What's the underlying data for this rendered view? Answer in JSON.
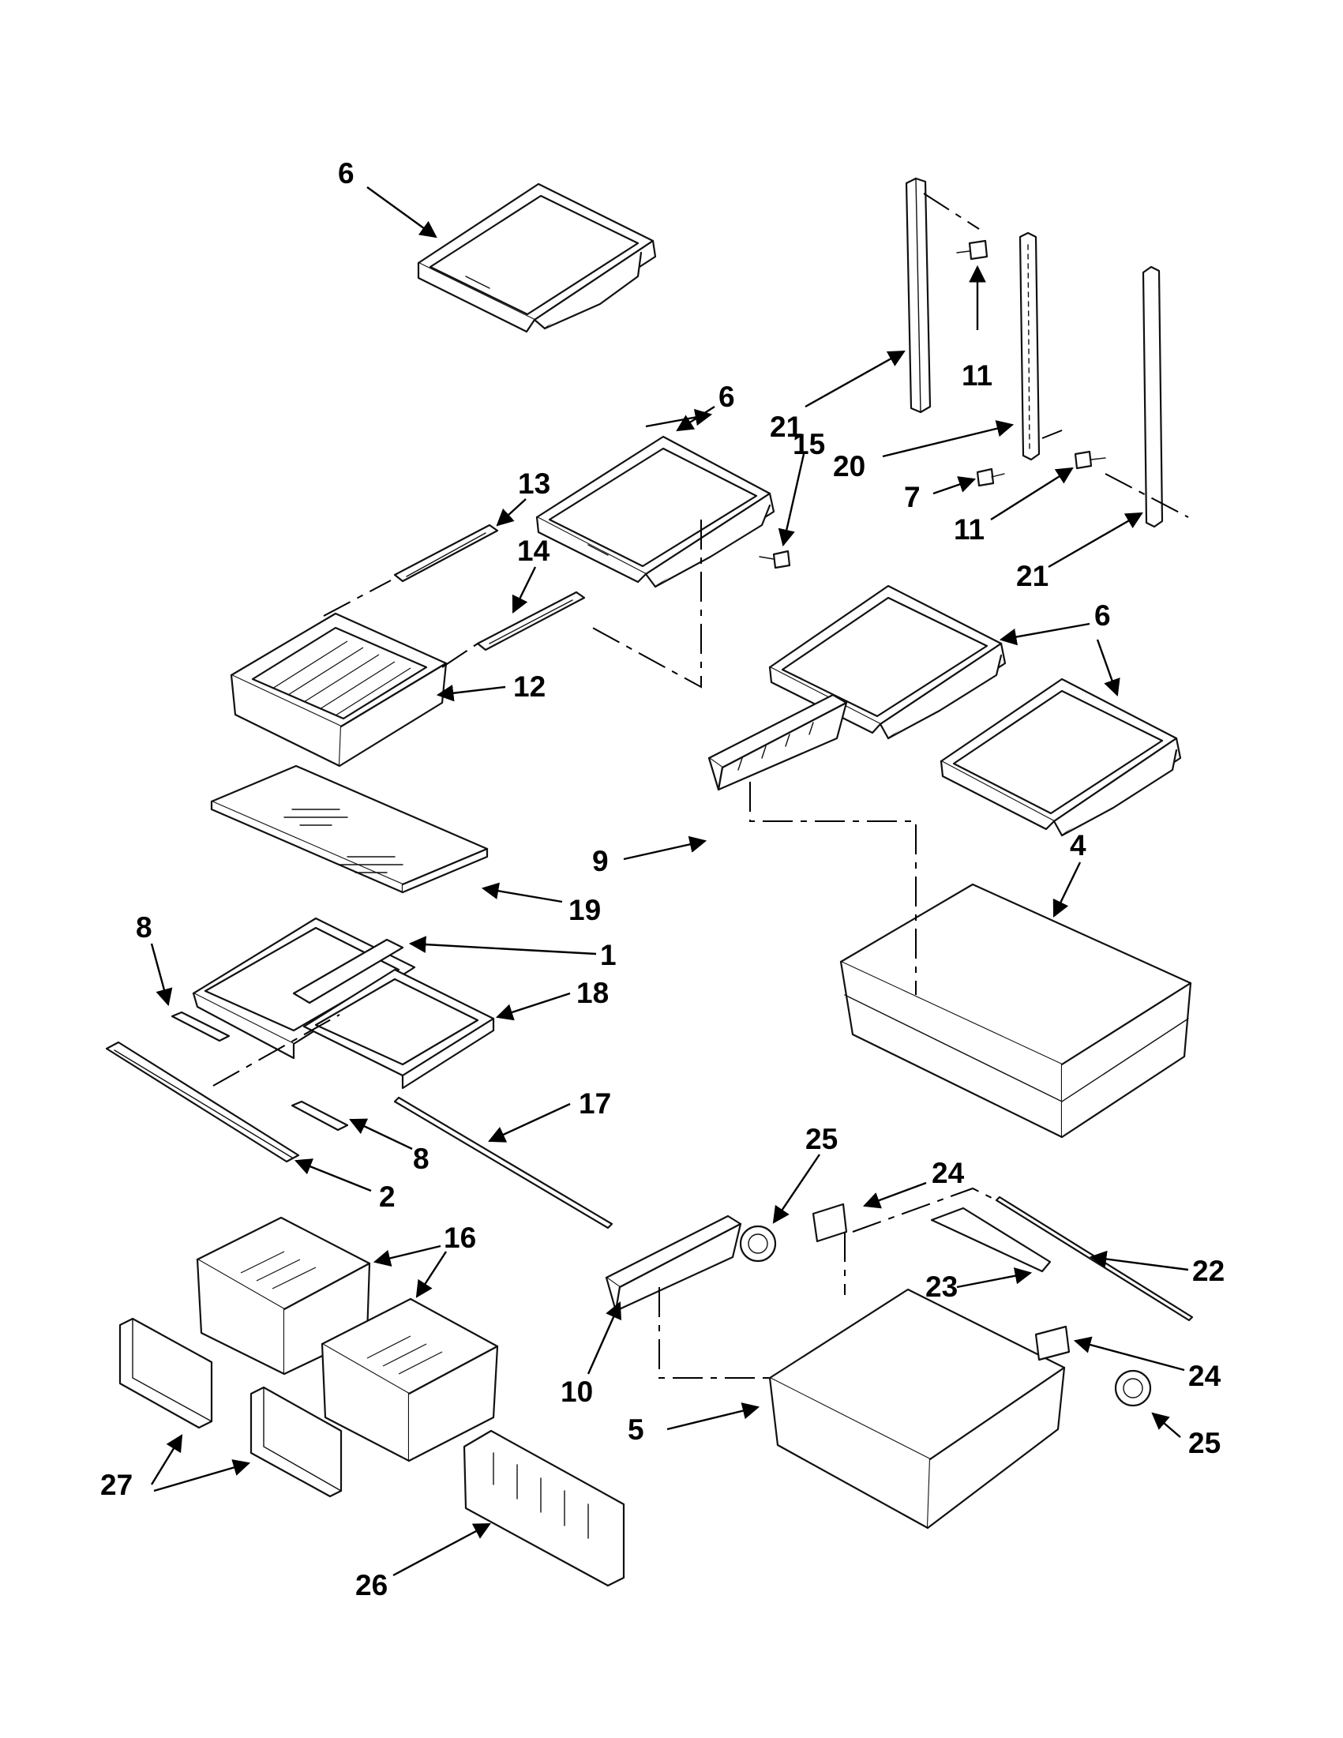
{
  "callouts": [
    {
      "id": "c01",
      "text": "6"
    },
    {
      "id": "c02",
      "text": "21"
    },
    {
      "id": "c03",
      "text": "11"
    },
    {
      "id": "c04",
      "text": "6"
    },
    {
      "id": "c05",
      "text": "15"
    },
    {
      "id": "c06",
      "text": "20"
    },
    {
      "id": "c07",
      "text": "7"
    },
    {
      "id": "c08",
      "text": "11"
    },
    {
      "id": "c09",
      "text": "21"
    },
    {
      "id": "c10",
      "text": "13"
    },
    {
      "id": "c11",
      "text": "14"
    },
    {
      "id": "c12",
      "text": "12"
    },
    {
      "id": "c13",
      "text": "6"
    },
    {
      "id": "c14",
      "text": "9"
    },
    {
      "id": "c15",
      "text": "4"
    },
    {
      "id": "c16",
      "text": "19"
    },
    {
      "id": "c17",
      "text": "8"
    },
    {
      "id": "c18",
      "text": "1"
    },
    {
      "id": "c19",
      "text": "18"
    },
    {
      "id": "c20",
      "text": "17"
    },
    {
      "id": "c21",
      "text": "8"
    },
    {
      "id": "c22",
      "text": "2"
    },
    {
      "id": "c23",
      "text": "25"
    },
    {
      "id": "c24",
      "text": "24"
    },
    {
      "id": "c25",
      "text": "16"
    },
    {
      "id": "c26",
      "text": "22"
    },
    {
      "id": "c27",
      "text": "23"
    },
    {
      "id": "c28",
      "text": "24"
    },
    {
      "id": "c29",
      "text": "10"
    },
    {
      "id": "c30",
      "text": "5"
    },
    {
      "id": "c31",
      "text": "25"
    },
    {
      "id": "c32",
      "text": "27"
    },
    {
      "id": "c33",
      "text": "26"
    }
  ]
}
